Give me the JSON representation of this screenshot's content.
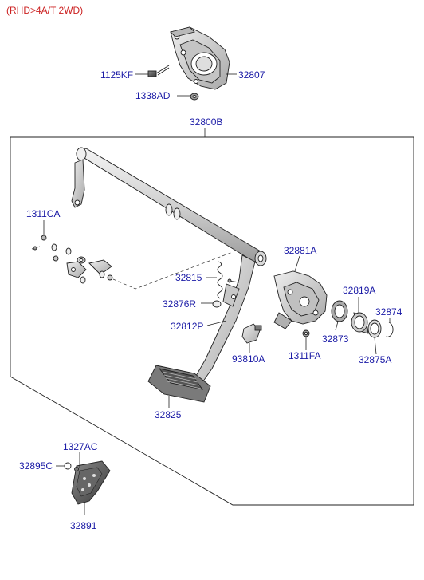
{
  "header": {
    "variant": "(RHD>4A/T 2WD)"
  },
  "colors": {
    "label": "#1a1aa6",
    "header": "#cc2222",
    "line": "#222222"
  },
  "labels": {
    "p1125kf": "1125KF",
    "p32807": "32807",
    "p1338ad": "1338AD",
    "p32800b": "32800B",
    "p1311ca": "1311CA",
    "p32881a": "32881A",
    "p32815": "32815",
    "p32819a": "32819A",
    "p32874": "32874",
    "p32876r": "32876R",
    "p32812p": "32812P",
    "p32873": "32873",
    "p93810a": "93810A",
    "p1311fa": "1311FA",
    "p32875a": "32875A",
    "p32825": "32825",
    "p1327ac": "1327AC",
    "p32895c": "32895C",
    "p32891": "32891"
  }
}
